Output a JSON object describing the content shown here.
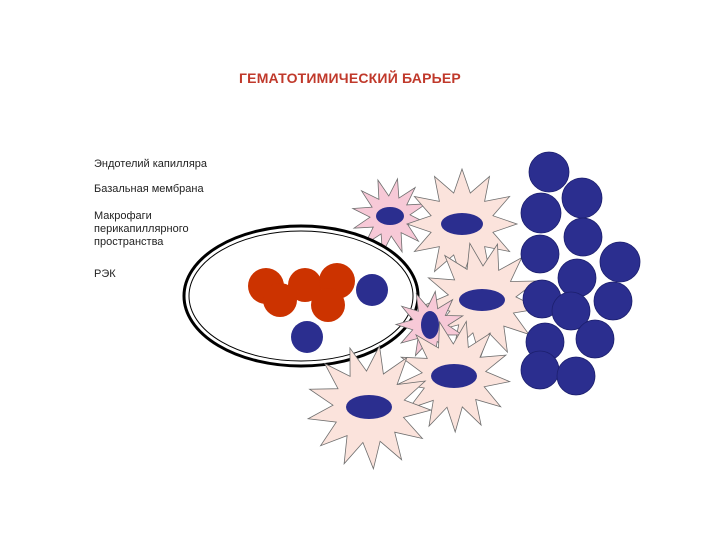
{
  "title": "ГЕМАТОТИМИЧЕСКИЙ БАРЬЕР",
  "legend": {
    "item1": "Эндотелий капилляра",
    "item2": "Базальная мембрана",
    "item3": "Макрофаги перикапиллярного пространства",
    "item4": "РЭК"
  },
  "colors": {
    "title": "#c0392b",
    "erythrocyte": "#cc3300",
    "blue_cell": "#2b2e8f",
    "star_cell": "#fbe3dc",
    "pink_star_cell": "#f7c9d7",
    "membrane": "#000000"
  }
}
